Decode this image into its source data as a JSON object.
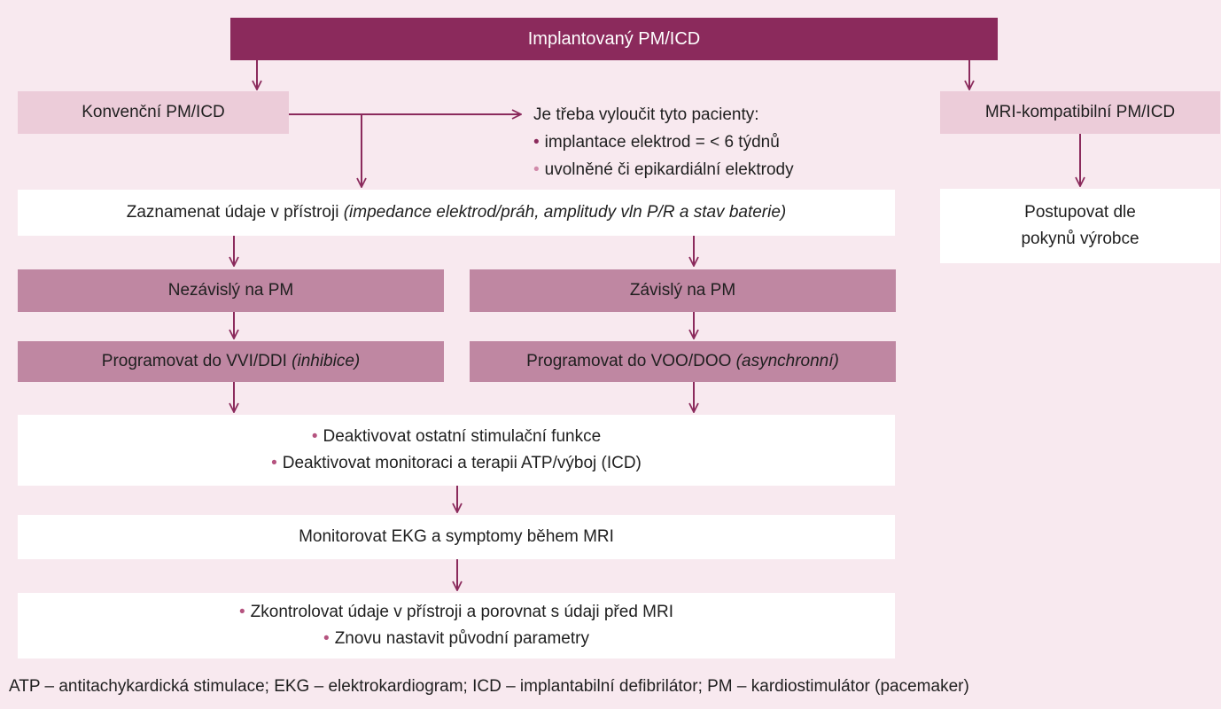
{
  "top": {
    "label": "Implantovaný PM/ICD"
  },
  "conventional": {
    "label": "Konvenční PM/ICD"
  },
  "mri_compatible": {
    "label": "MRI-kompatibilní PM/ICD"
  },
  "exclusion": {
    "title": "Je třeba vyloučit tyto pacienty:",
    "items": [
      "implantace elektrod = < 6 týdnů",
      "uvolněné či epikardiální elektrody"
    ]
  },
  "record": {
    "main": "Zaznamenat údaje v přístroji ",
    "italic": "(impedance elektrod/práh, amplitudy vln P/R a stav baterie)"
  },
  "manufacturer": {
    "lines": [
      "Postupovat dle",
      "pokynů výrobce"
    ]
  },
  "independent": {
    "label": "Nezávislý na PM"
  },
  "dependent": {
    "label": "Závislý na PM"
  },
  "program_vvi": {
    "main": "Programovat do VVI/DDI ",
    "italic": "(inhibice)"
  },
  "program_voo": {
    "main": "Programovat do VOO/DOO ",
    "italic": "(asynchronní)"
  },
  "deactivate": {
    "items": [
      "Deaktivovat ostatní stimulační funkce",
      "Deaktivovat monitoraci a terapii ATP/výboj (ICD)"
    ]
  },
  "monitor": {
    "label": "Monitorovat EKG a symptomy během MRI"
  },
  "check": {
    "items": [
      "Zkontrolovat údaje v přístroji a porovnat s údaji před MRI",
      "Znovu nastavit původní parametry"
    ]
  },
  "bullet_glyph": "•",
  "footnote": "ATP – antitachykardická stimulace; EKG – elektrokardiogram; ICD – implantabilní defibrilátor; PM – kardiostimulátor (pacemaker)",
  "colors": {
    "primary": "#8b2a5c",
    "light": "#ecccd9",
    "mid": "#bf87a2",
    "background": "#f8e9ef",
    "box": "#ffffff"
  }
}
